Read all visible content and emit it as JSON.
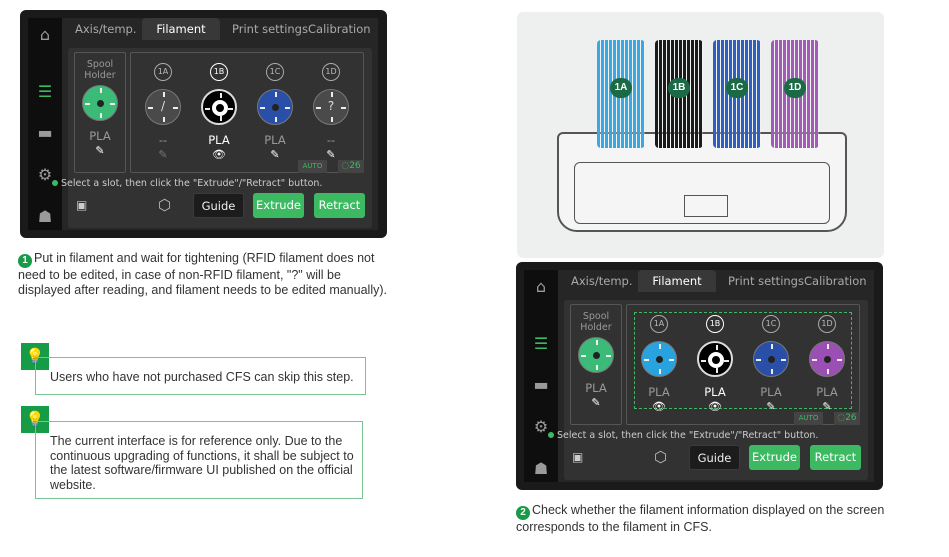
{
  "screens": [
    {
      "tabs": [
        "Axis/temp.",
        "Filament",
        "Print settings",
        "Calibration"
      ],
      "spool_holder": {
        "label": "Spool Holder",
        "material": "PLA",
        "color": "#3cba78"
      },
      "slots": [
        {
          "id": "1A",
          "material": "--",
          "color": "#4a4a4a",
          "center": "/",
          "action": "edit-disabled"
        },
        {
          "id": "1B",
          "material": "PLA",
          "color": "#000000",
          "center": "",
          "action": "view",
          "selected": true
        },
        {
          "id": "1C",
          "material": "PLA",
          "color": "#2a4fa8",
          "center": "",
          "action": "edit"
        },
        {
          "id": "1D",
          "material": "--",
          "color": "#4a4a4a",
          "center": "?",
          "action": "edit"
        }
      ],
      "auto_badge": "AUTO",
      "humidity": "26",
      "hint": "Select a slot, then click the \"Extrude\"/\"Retract\" button.",
      "buttons": {
        "guide": "Guide",
        "extrude": "Extrude",
        "retract": "Retract"
      }
    },
    {
      "tabs": [
        "Axis/temp.",
        "Filament",
        "Print settings",
        "Calibration"
      ],
      "spool_holder": {
        "label": "Spool Holder",
        "material": "PLA",
        "color": "#3cba78"
      },
      "slots": [
        {
          "id": "1A",
          "material": "PLA",
          "color": "#29a3e0",
          "center": "",
          "action": "view"
        },
        {
          "id": "1B",
          "material": "PLA",
          "color": "#000000",
          "center": "",
          "action": "view",
          "selected": true
        },
        {
          "id": "1C",
          "material": "PLA",
          "color": "#2a4fa8",
          "center": "",
          "action": "edit"
        },
        {
          "id": "1D",
          "material": "PLA",
          "color": "#9b4fb5",
          "center": "",
          "action": "edit"
        }
      ],
      "auto_badge": "AUTO",
      "humidity": "26",
      "hint": "Select a slot, then click the \"Extrude\"/\"Retract\" button.",
      "buttons": {
        "guide": "Guide",
        "extrude": "Extrude",
        "retract": "Retract"
      }
    }
  ],
  "step1": {
    "number": "1",
    "text": "Put in filament and wait for tightening (RFID filament does not need to be edited, in case of non-RFID filament, \"?\" will be displayed after reading, and filament needs to be edited manually)."
  },
  "tips": [
    "Users who have not purchased CFS can skip this step.",
    "The current interface is for reference only. Due to the continuous upgrading of functions, it shall be subject to the latest software/firmware UI published on the official website."
  ],
  "illustration": {
    "spools": [
      {
        "label": "1A",
        "color": "#3aa8e2"
      },
      {
        "label": "1B",
        "color": "#1b1b1b"
      },
      {
        "label": "1C",
        "color": "#2f5fc0"
      },
      {
        "label": "1D",
        "color": "#a45ab8"
      }
    ]
  },
  "step2": {
    "number": "2",
    "text": "Check whether the filament information displayed on the screen corresponds to the filament in CFS."
  },
  "colors": {
    "accent": "#169b47",
    "button_green": "#3cba62"
  }
}
